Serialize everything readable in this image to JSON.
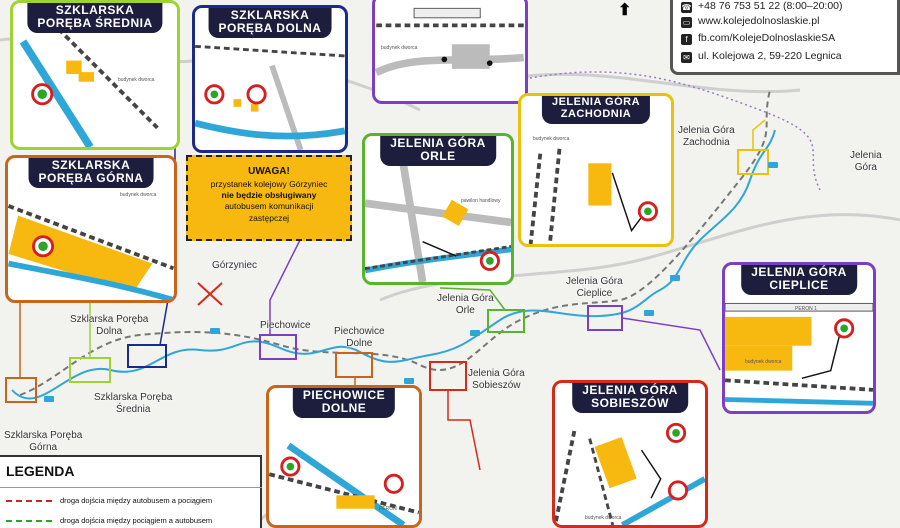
{
  "contact": {
    "phone": "+48 76 753 51 22 (8:00–20:00)",
    "website": "www.kolejedolnoslaskie.pl",
    "facebook": "fb.com/KolejeDolnoslaskieSA",
    "address": "ul. Kolejowa 2, 59-220 Legnica"
  },
  "notice": {
    "title": "UWAGA!",
    "line1": "przystanek kolejowy Górzyniec",
    "line2": "nie będzie obsługiwany",
    "line3": "autobusem komunikacji",
    "line4": "zastępczej"
  },
  "panels": {
    "sp_srednia": {
      "title1": "SZKLARSKA",
      "title2": "PORĘBA ŚREDNIA"
    },
    "sp_dolna": {
      "title1": "SZKLARSKA",
      "title2": "PORĘBA DOLNA"
    },
    "sp_gorna": {
      "title1": "SZKLARSKA",
      "title2": "PORĘBA GÓRNA"
    },
    "jg_orle": {
      "title1": "JELENIA GÓRA",
      "title2": "ORLE"
    },
    "jg_zachodnia": {
      "title1": "JELENIA GÓRA",
      "title2": "ZACHODNIA"
    },
    "jg_cieplice": {
      "title1": "JELENIA GÓRA",
      "title2": "CIEPLICE"
    },
    "jg_sobieszow": {
      "title1": "JELENIA GÓRA",
      "title2": "SOBIESZÓW"
    },
    "piechowice_dolne": {
      "title1": "PIECHOWICE",
      "title2": "DOLNE"
    }
  },
  "small_labels": {
    "budynek_dworca": "budynek dworca",
    "peron_1": "PERON 1",
    "peron": "PERON",
    "sklep": "pawilon handlowy"
  },
  "map_labels": {
    "gorzyniec": "Górzyniec",
    "jg_zachodnia": "Jelenia Góra\nZachodnia",
    "jelenia_gora": "Jelenia\nGóra",
    "jg_cieplice": "Jelenia Góra\nCieplice",
    "jg_orle": "Jelenia Góra\nOrle",
    "jg_sobieszow": "Jelenia Góra\nSobieszów",
    "piechowice": "Piechowice",
    "piechowice_dolne": "Piechowice\nDolne",
    "sp_dolna": "Szklarska Poręba\nDolna",
    "sp_srednia": "Szklarska Poręba\nŚrednia",
    "sp_gorna": "Szklarska Poręba\nGórna"
  },
  "legend": {
    "title": "LEGENDA",
    "row1": "droga dojścia między autobusem a pociągiem",
    "row2": "droga dojścia między pociągiem a autobusem"
  },
  "colors": {
    "river": "#2ea7d8",
    "dark_title": "#1d1d3d",
    "station_building": "#f7b90f",
    "red_arrow": "#d62020",
    "green_arrow": "#2aa52a",
    "border_purple": "#7b3fc4",
    "border_green": "#57b52b",
    "border_yellow": "#e8c20c",
    "border_orange": "#c8651a",
    "border_navy": "#1a2b8c",
    "border_red": "#d42a1a",
    "border_lime": "#9fd331"
  }
}
